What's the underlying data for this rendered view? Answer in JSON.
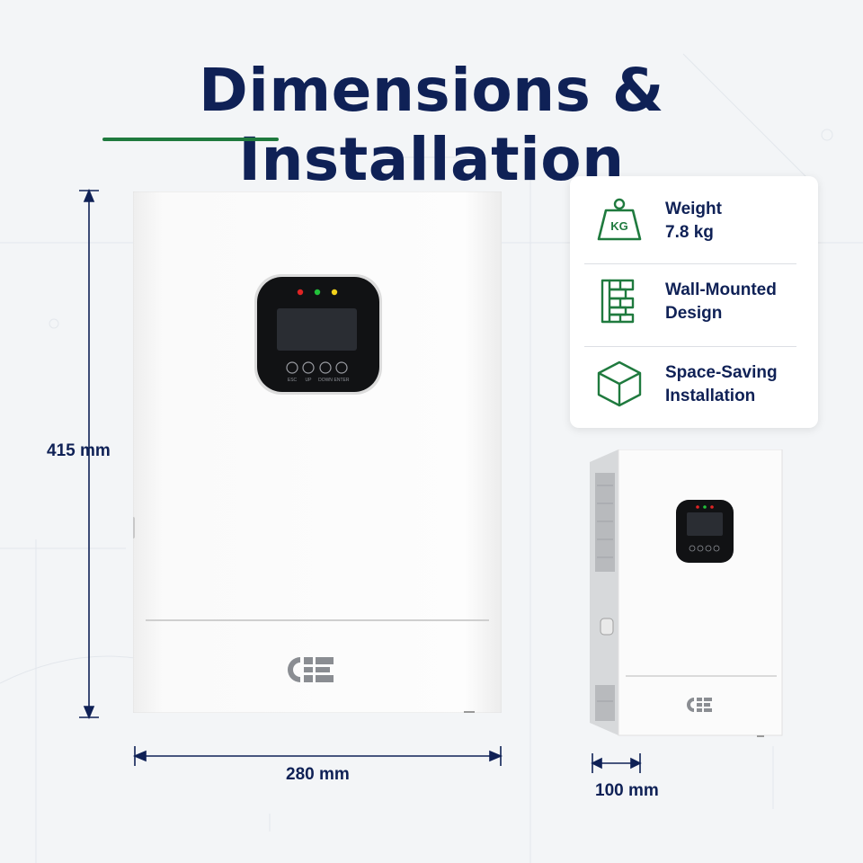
{
  "page": {
    "title": "Dimensions & Installation",
    "accent_color": "#1f7a3e",
    "text_color": "#0f2156"
  },
  "dimensions": {
    "height": "415 mm",
    "width": "280 mm",
    "depth": "100 mm"
  },
  "product": {
    "logo_text": "CE",
    "display_buttons": [
      "ESC",
      "UP",
      "DOWN",
      "ENTER"
    ],
    "indicator_colors": [
      "#e02424",
      "#22c03a",
      "#f2d21b"
    ]
  },
  "features": [
    {
      "icon": "weight-kg-icon",
      "icon_text": "KG",
      "line1": "Weight",
      "line2": "7.8 kg"
    },
    {
      "icon": "wall-brick-icon",
      "line1": "Wall-Mounted",
      "line2": "Design"
    },
    {
      "icon": "cube-icon",
      "line1": "Space-Saving",
      "line2": "Installation"
    }
  ]
}
